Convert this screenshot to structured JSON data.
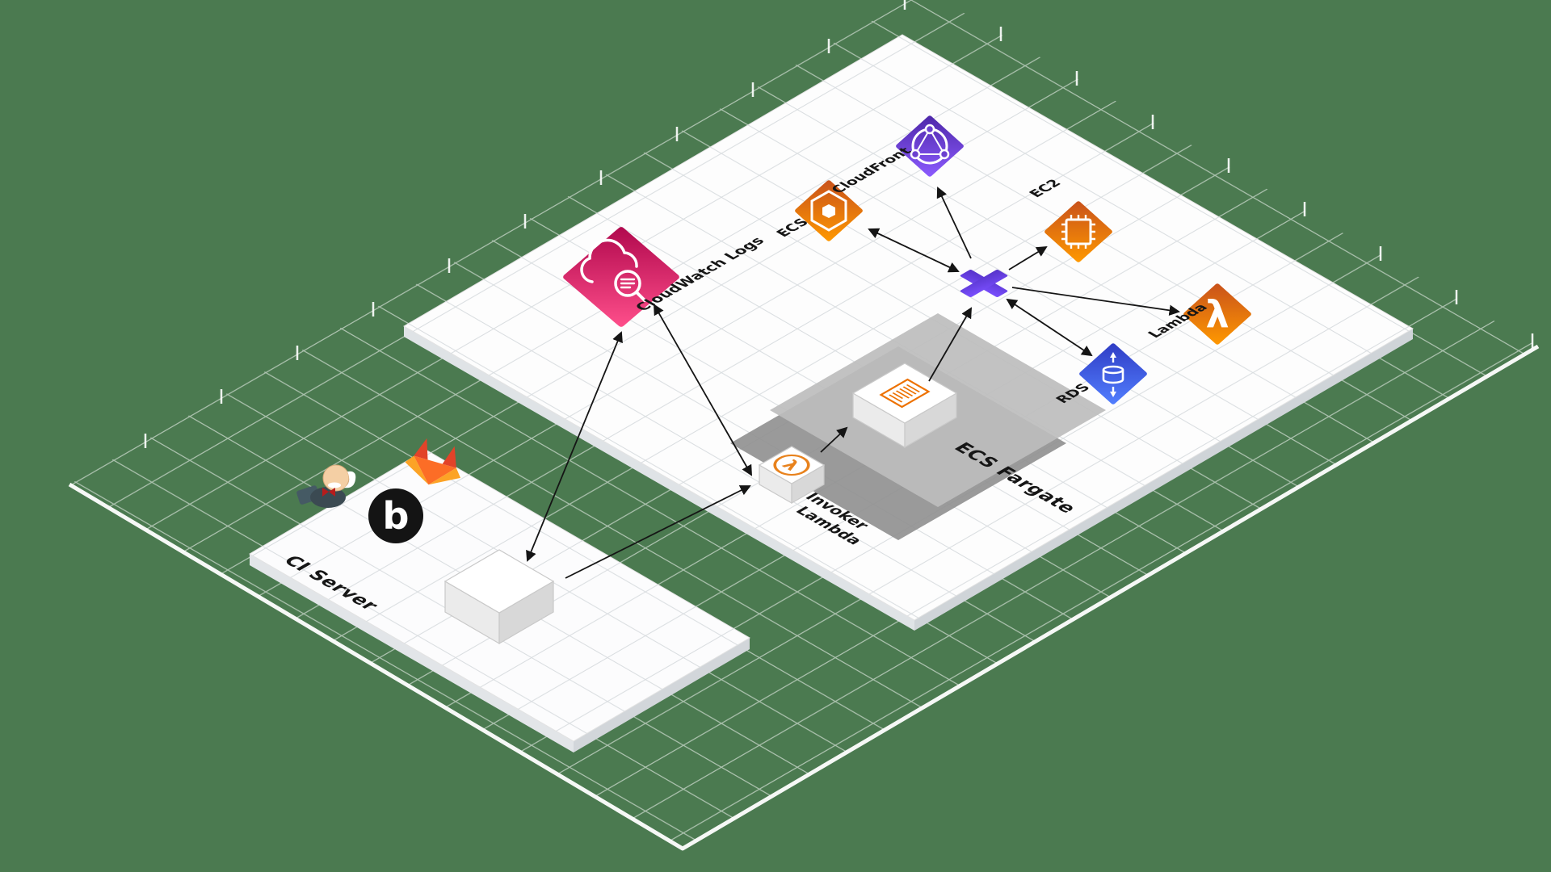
{
  "labels": {
    "cloudwatch_logs": "CloudWatch Logs",
    "ecs": "ECS",
    "cloudfront": "CloudFront",
    "ec2": "EC2",
    "lambda": "Lambda",
    "rds": "RDS",
    "invoker_line1": "Invoker",
    "invoker_line2": "Lambda",
    "ecs_fargate": "ECS Fargate",
    "ci_server": "CI Server",
    "b_logo": "b",
    "lambda_glyph": "λ"
  },
  "colors": {
    "background": "#4b7a50",
    "pink_dark": "#B0084D",
    "pink_light": "#FF4F8B",
    "orange_dark": "#C8511B",
    "orange_light": "#FF9900",
    "purple_dark": "#4D27A8",
    "purple_light": "#8C5BFF",
    "blue_dark": "#2F3CC4",
    "blue_light": "#527FFF",
    "x_dark": "#5633C9",
    "x_light": "#7A4FFF",
    "lambda_accent": "#E8821D",
    "doc_accent": "#ED7100",
    "label_color": "#161616"
  }
}
